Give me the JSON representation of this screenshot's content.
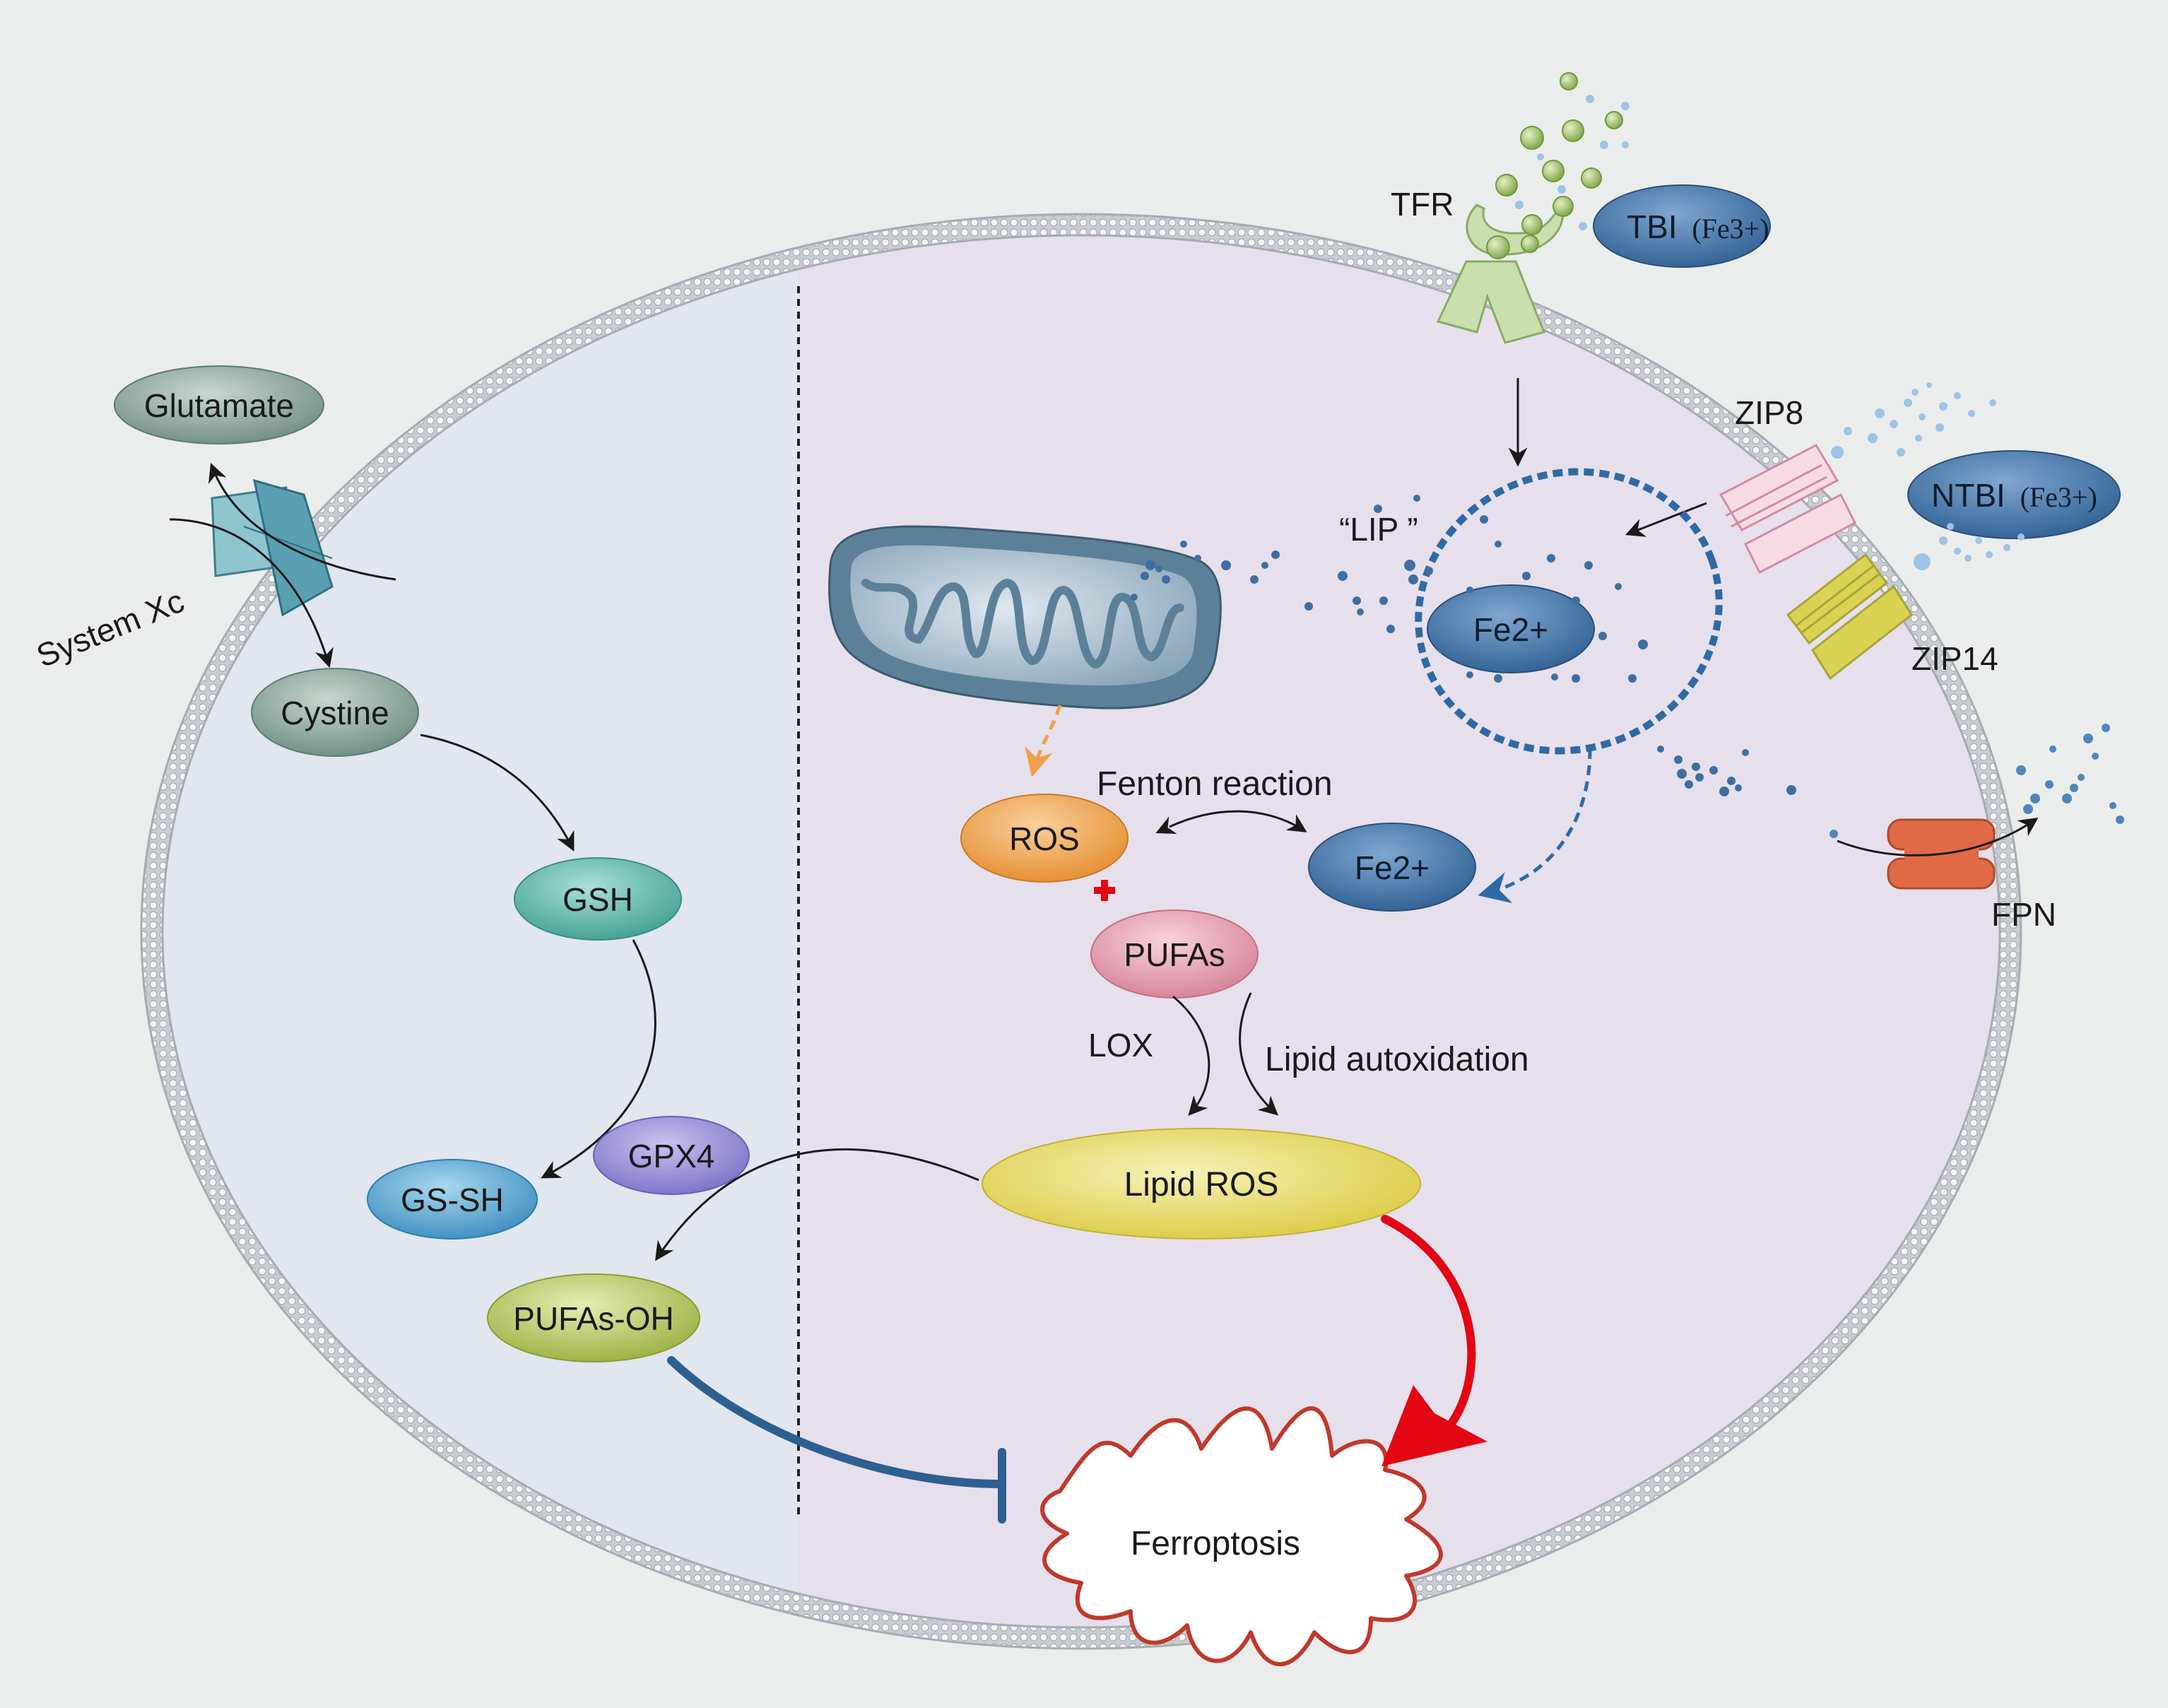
{
  "labels": {
    "system_xc": "System Xc",
    "glutamate": "Glutamate",
    "cystine": "Cystine",
    "gsh": "GSH",
    "gpx4": "GPX4",
    "gs_sh": "GS-SH",
    "pufas_oh": "PUFAs-OH",
    "ferroptosis": "Ferroptosis",
    "tfr": "TFR",
    "tbi_main": "TBI",
    "tbi_sub": "(Fe3+)",
    "zip8": "ZIP8",
    "ntbi_main": "NTBI",
    "ntbi_sub": "(Fe3+)",
    "zip14": "ZIP14",
    "fpn": "FPN",
    "lip": "“LIP ”",
    "fe2_lip": "Fe2+",
    "fenton": "Fenton reaction",
    "ros": "ROS",
    "fe2_fenton": "Fe2+",
    "pufas": "PUFAs",
    "lox": "LOX",
    "lipid_autox": "Lipid autoxidation",
    "lipid_ros": "Lipid ROS"
  },
  "colors": {
    "background": "#ebeded",
    "left_region": "#e1e6ef",
    "right_region": "#e6e0ec",
    "membrane": "#b9bcc2",
    "activation_arrow": "#e30613",
    "inhibition_bar": "#2d5f91",
    "ferroptosis_outline": "#c0392b",
    "iron_dots": "#3f6fa0"
  }
}
